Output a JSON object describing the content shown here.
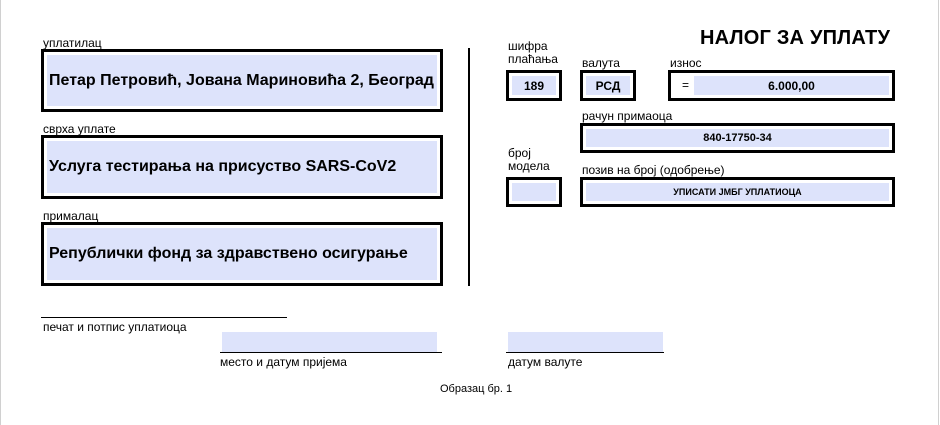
{
  "form": {
    "title": "НАЛОГ ЗА УПЛАТУ",
    "payer_label": "уплатилац",
    "payer_value": "Петар Петровић, Јована Мариновића 2, Београд",
    "purpose_label": "сврха уплате",
    "purpose_value": "Услуга тестирања на присуство SARS-CoV2",
    "recipient_label": "прималац",
    "recipient_value": "Републички фонд за здравствено осигурање",
    "payment_code_label_line1": "шифра",
    "payment_code_label_line2": "плаћања",
    "payment_code_value": "189",
    "currency_label": "валута",
    "currency_value": "РСД",
    "amount_label": "износ",
    "amount_prefix": "=",
    "amount_value": "6.000,00",
    "account_label": "рачун примаоца",
    "account_value": "840-17750-34",
    "model_label_line1": "број",
    "model_label_line2": "модела",
    "model_value": "",
    "reference_label": "позив на број (одобрење)",
    "reference_value": "УПИСАТИ ЈМБГ УПЛАТИОЦА",
    "signature_label": "печат и потпис уплатиоца",
    "place_date_label": "место и датум пријема",
    "value_date_label": "датум валуте",
    "form_number": "Образац бр. 1"
  }
}
